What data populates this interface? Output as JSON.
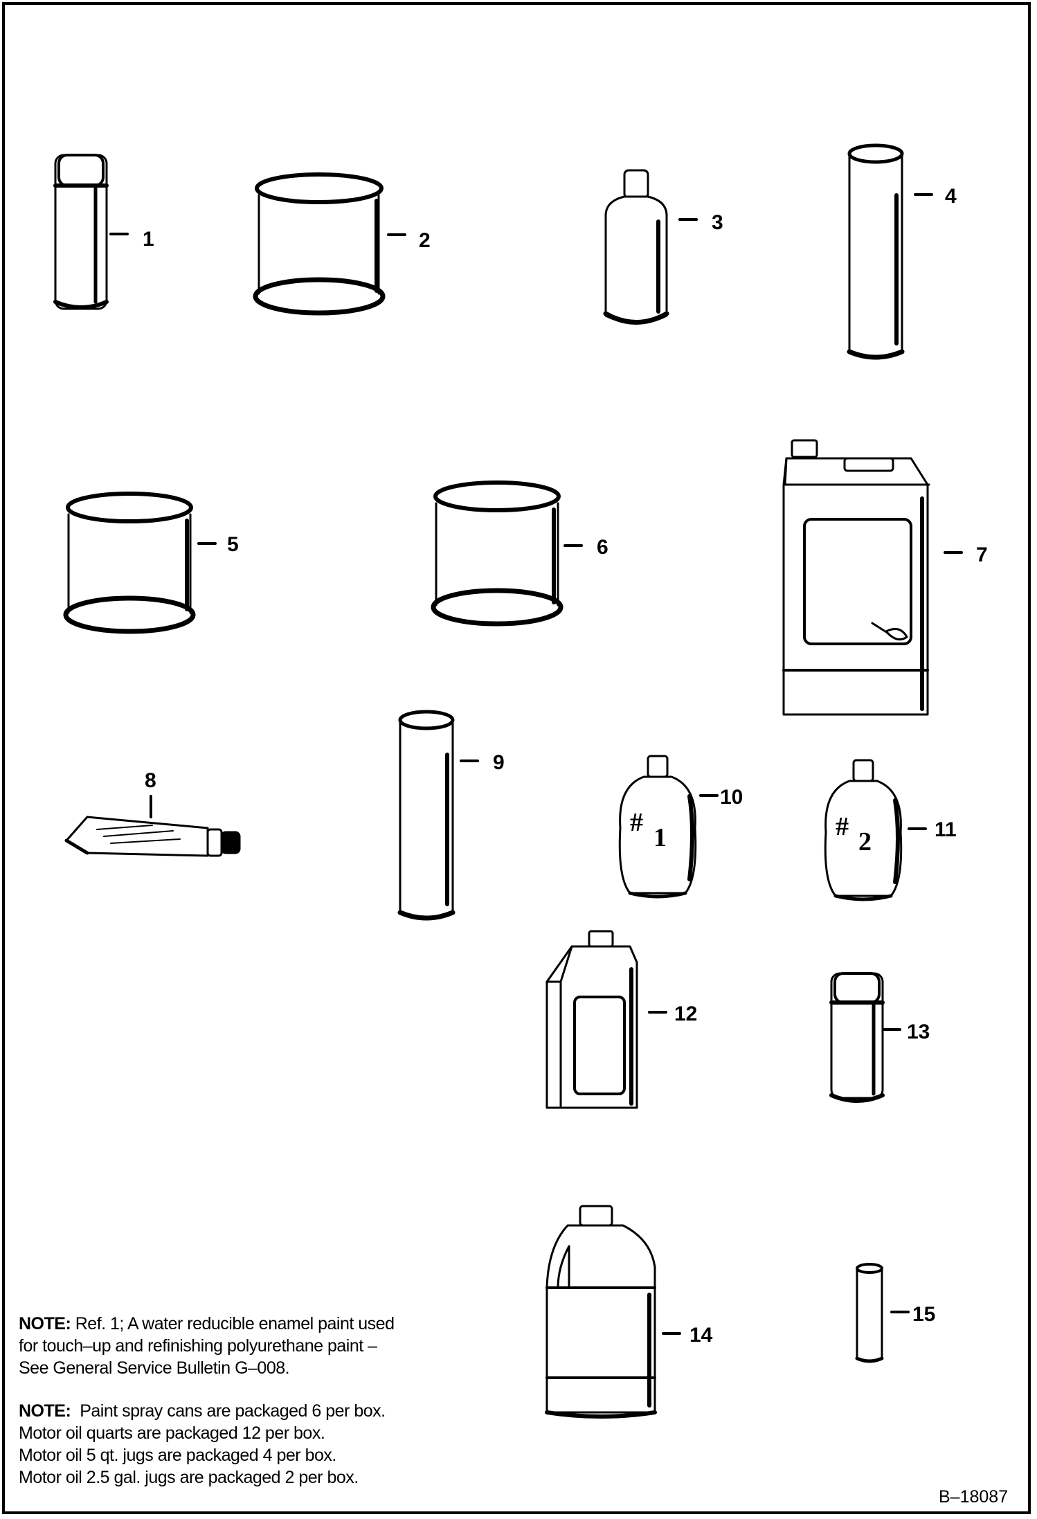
{
  "callouts": [
    "1",
    "2",
    "3",
    "4",
    "5",
    "6",
    "7",
    "8",
    "9",
    "10",
    "11",
    "12",
    "13",
    "14",
    "15"
  ],
  "bottle_labels": {
    "bottle_10": {
      "hash": "#",
      "num": "1"
    },
    "bottle_11": {
      "hash": "#",
      "num": "2"
    }
  },
  "notes": {
    "note1_head": "NOTE:",
    "note1_lines": [
      "Ref. 1; A water reducible enamel paint used",
      "for touch–up and refinishing polyurethane paint –",
      "See General Service Bulletin G–008."
    ],
    "note2_head": "NOTE:",
    "note2_lines": [
      "Paint spray cans are packaged 6 per box.",
      "Motor oil quarts are packaged 12 per box.",
      "Motor oil 5 qt. jugs are packaged 4 per box.",
      "Motor oil 2.5 gal. jugs are packaged 2 per box."
    ]
  },
  "doc_number": "B–18087",
  "colors": {
    "ink": "#000000",
    "paper": "#ffffff"
  }
}
